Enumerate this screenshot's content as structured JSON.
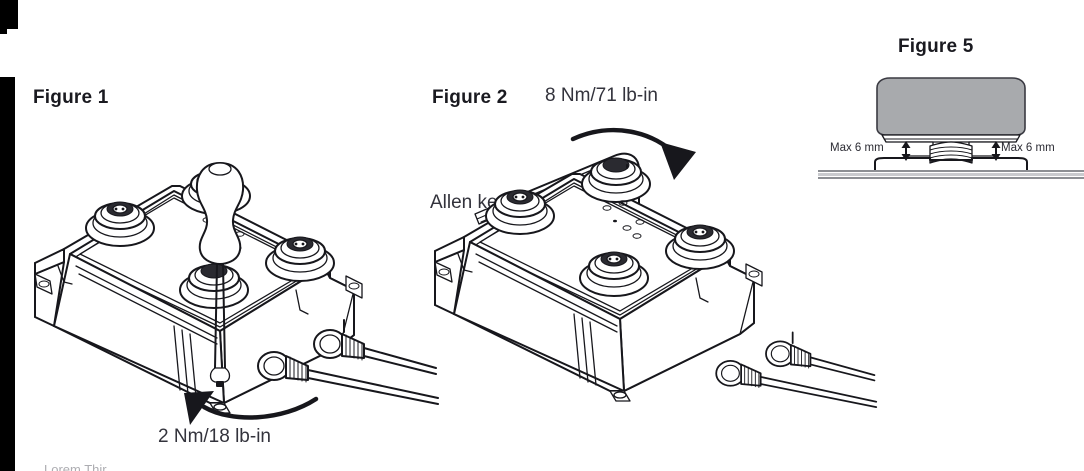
{
  "page": {
    "background_color": "#ffffff",
    "ink_color": "#17171c",
    "text_color": "#33333c",
    "heading_color": "#1a1a20",
    "accent_gray": "#a8aaad",
    "clipped_footer_text": "Lorem Thir"
  },
  "figures": [
    {
      "id": "figure-1",
      "heading": "Figure 1",
      "subject": "terminal-enclosure-with-screwdriver",
      "annotations": [
        {
          "name": "torque-spec",
          "text": "2 Nm/18 lb-in"
        }
      ],
      "rotation_arrow": {
        "name": "counter-clockwise-arrow",
        "direction": "counter-clockwise",
        "position": "below-device"
      },
      "tool": "flat-blade-screwdriver",
      "port_count": 4,
      "cable_count": 2
    },
    {
      "id": "figure-2",
      "heading": "Figure 2",
      "subject": "terminal-enclosure-with-allen-key",
      "annotations": [
        {
          "name": "torque-spec",
          "text": "8 Nm/71 lb-in"
        },
        {
          "name": "tool-callout",
          "text": "Allen key"
        }
      ],
      "rotation_arrow": {
        "name": "clockwise-arrow",
        "direction": "clockwise",
        "position": "above-device"
      },
      "tool": "hex-allen-key",
      "port_count": 4,
      "cable_count": 2
    },
    {
      "id": "figure-5",
      "heading": "Figure 5",
      "subject": "mount-clearance-cross-section",
      "annotations": [
        {
          "name": "clearance-left",
          "text": "Max 6 mm"
        },
        {
          "name": "clearance-right",
          "text": "Max 6 mm"
        }
      ],
      "body_fill_color": "#a8aaad",
      "dimension_arrows": 2
    }
  ]
}
